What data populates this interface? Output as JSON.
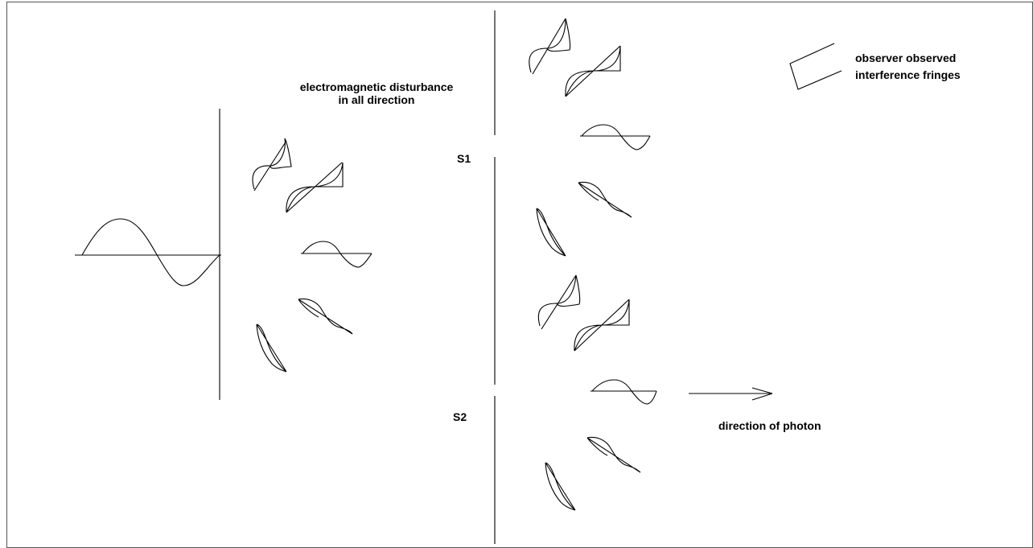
{
  "labels": {
    "em_line1": "electromagnetic disturbance",
    "em_line2": "in all direction",
    "s1": "S1",
    "s2": "S2",
    "observer_line1": "observer observed",
    "observer_line2": "interference fringes",
    "direction": "direction of photon"
  },
  "colors": {
    "ink": "#000000",
    "background": "#ffffff",
    "frame": "#555555"
  }
}
